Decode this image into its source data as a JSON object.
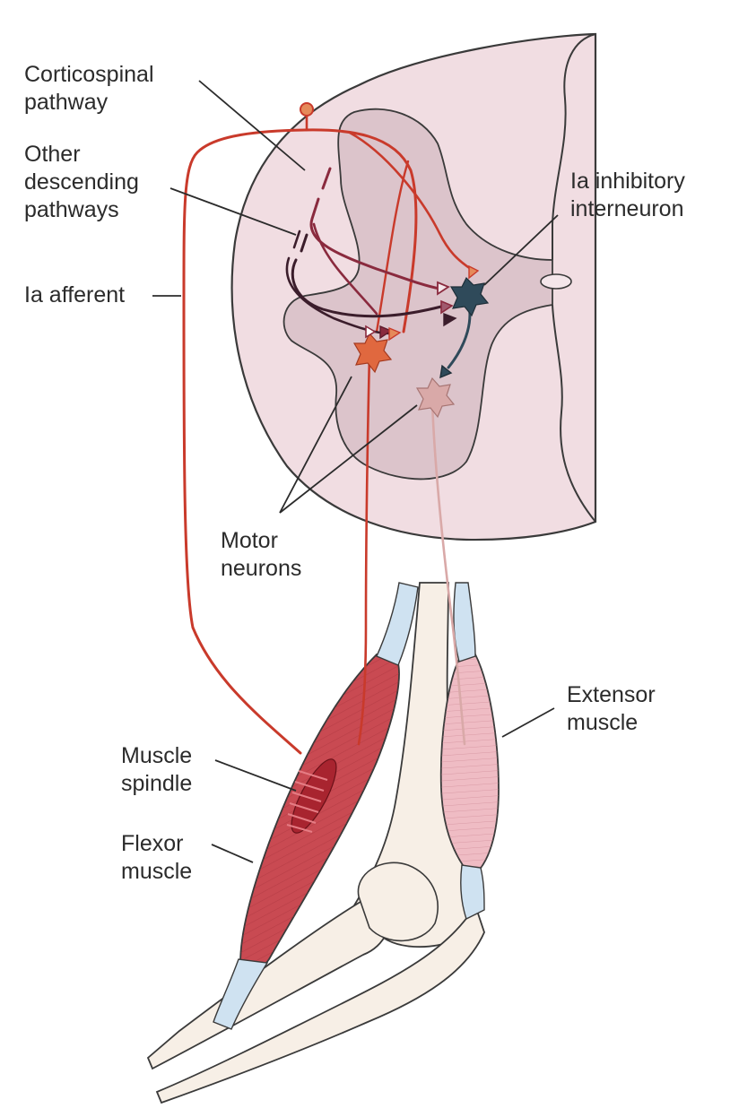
{
  "labels": {
    "corticospinal": [
      "Corticospinal",
      "pathway"
    ],
    "other_descending": [
      "Other",
      "descending",
      "pathways"
    ],
    "ia_afferent": "Ia afferent",
    "ia_inhibitory": [
      "Ia inhibitory",
      "interneuron"
    ],
    "motor_neurons": [
      "Motor",
      "neurons"
    ],
    "muscle_spindle": [
      "Muscle",
      "spindle"
    ],
    "flexor_muscle": [
      "Flexor",
      "muscle"
    ],
    "extensor_muscle": [
      "Extensor",
      "muscle"
    ]
  },
  "colors": {
    "white_matter": "#f1dde2",
    "gray_matter": "#dcc4cb",
    "outline": "#3a3a3a",
    "afferent_red": "#c93a2b",
    "descending_dark": "#3b1d2b",
    "descending_maroon": "#8a2a3e",
    "interneuron_teal": "#2f4a5a",
    "motor_orange": "#e0683f",
    "motor_pink": "#d9a9a8",
    "flexor_red": "#c94a52",
    "extensor_pink": "#efbcc4",
    "bone": "#f7efe6",
    "tendon_blue": "#cfe2f1"
  }
}
